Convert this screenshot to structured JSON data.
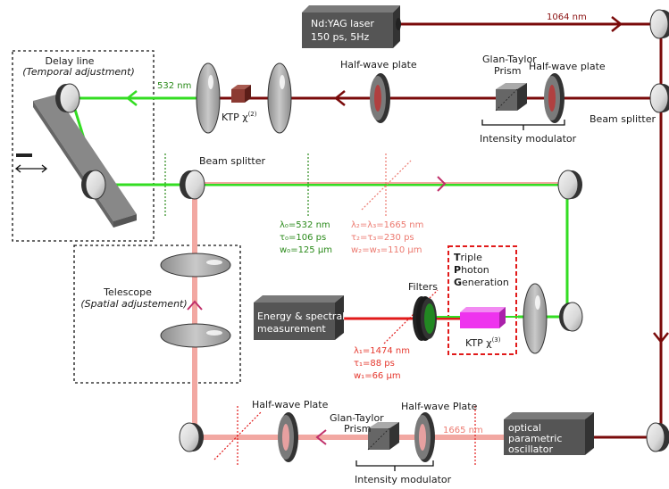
{
  "laser": {
    "line1": "Nd:YAG laser",
    "line2": "150 ps, 5Hz"
  },
  "beams": {
    "nm1064": "1064 nm",
    "nm532": "532 nm",
    "nm1665": "1665 nm"
  },
  "delay_line": {
    "title": "Delay line",
    "subtitle": "(Temporal adjustment)"
  },
  "telescope": {
    "title": "Telescope",
    "subtitle": "(Spatial adjustement)"
  },
  "components": {
    "half_wave_plate_top_left": "Half-wave plate",
    "half_wave_plate_top_right": "Half-wave plate",
    "glan_taylor_top_1": "Glan-Taylor",
    "glan_taylor_top_2": "Prism",
    "intensity_modulator_top": "Intensity modulator",
    "beam_splitter_right": "Beam splitter",
    "beam_splitter_left": "Beam splitter",
    "ktp2_base": "KTP χ",
    "ktp2_sup": "(2)",
    "ktp3_base": "KTP χ",
    "ktp3_sup": "(3)",
    "filters": "Filters",
    "half_wave_plate_bottom_left": "Half-wave Plate",
    "half_wave_plate_bottom_right": "Half-wave Plate",
    "glan_taylor_bottom_1": "Glan-Taylor",
    "glan_taylor_bottom_2": "Prism",
    "intensity_modulator_bottom": "Intensity modulator"
  },
  "opo": {
    "line1": "optical",
    "line2": "parametric",
    "line3": "oscillator"
  },
  "energy_box": {
    "line1": "Energy & spectral",
    "line2": "measurement"
  },
  "tpg": {
    "l1_bold": "T",
    "l1_rest": "riple",
    "l2_bold": "P",
    "l2_rest": "hoton",
    "l3_bold": "G",
    "l3_rest": "eneration"
  },
  "params_green": [
    "λ₀=532 nm",
    "τ₀=106 ps",
    "w₀=125 μm"
  ],
  "params_pink": [
    "λ₂=λ₃=1665 nm",
    "τ₂=τ₃=230 ps",
    "w₂=w₃=110 μm"
  ],
  "params_red": [
    "λ₁=1474 nm",
    "τ₁=88 ps",
    "w₁=66 μm"
  ],
  "colors": {
    "beam_1064": "#7a0a0a",
    "beam_532": "#33dd22",
    "beam_1665": "#f2a8a2",
    "beam_1474": "#e11a1a",
    "tpg_border": "#e11a1a",
    "ktp3_fill": "#ee33ee",
    "ktp2_fill": "#8b3a32",
    "box_fill": "#555555"
  }
}
